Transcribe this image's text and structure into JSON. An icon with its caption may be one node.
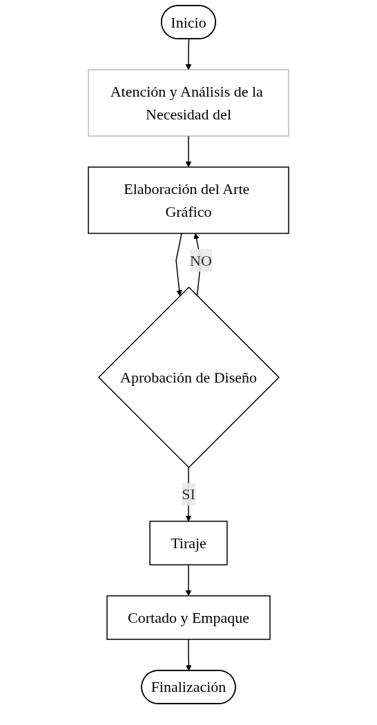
{
  "diagram": {
    "nodes": [
      {
        "text": [
          "Inicio"
        ]
      },
      {
        "text": [
          "Atención y Análisis de la Necesidad del"
        ]
      },
      {
        "text": [
          "Elaboración del Arte Gráfico"
        ]
      },
      {
        "text": [
          "Aprobación de Diseño"
        ]
      },
      {
        "text": [
          "Tiraje"
        ]
      },
      {
        "text": [
          "Cortado y Empaque"
        ]
      },
      {
        "text": [
          "Finalización"
        ]
      }
    ],
    "edges": [
      {
        "from": 0,
        "to": 1,
        "arrow": "to"
      },
      {
        "from": 1,
        "to": 2,
        "arrow": "to"
      },
      {
        "from": 2,
        "to": 3,
        "arrow": "to"
      },
      {
        "from": 3,
        "to": 4,
        "arrow": "to",
        "label": "SI"
      },
      {
        "from": 4,
        "to": 5,
        "arrow": "to"
      },
      {
        "from": 5,
        "to": 6,
        "arrow": "to"
      },
      {
        "from": 3,
        "to": 2,
        "arrow": "to",
        "label": "NO"
      }
    ]
  }
}
